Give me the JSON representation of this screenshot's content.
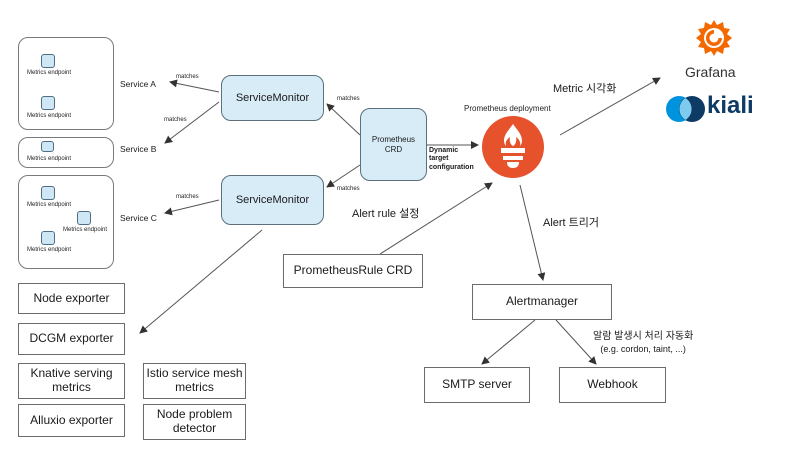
{
  "groups": {
    "a_endpoints": [
      "Metrics endpoint",
      "Metrics endpoint"
    ],
    "b_endpoints": [
      "Metrics endpoint"
    ],
    "c_endpoints": [
      "Metrics endpoint",
      "Metrics endpoint",
      "Metrics endpoint"
    ]
  },
  "services": {
    "a": "Service A",
    "b": "Service B",
    "c": "Service C"
  },
  "service_monitor": {
    "top": "ServiceMonitor",
    "bottom": "ServiceMonitor"
  },
  "matches": [
    "matches",
    "matches",
    "matches",
    "matches",
    "matches"
  ],
  "prometheus_crd": "Prometheus CRD",
  "dynamic_target": "Dynamic target configuration",
  "prometheus_deployment": "Prometheus deployment",
  "metric_visualize": "Metric 시각화",
  "grafana": "Grafana",
  "kiali": "kiali",
  "alert_rule_setting": "Alert rule 설정",
  "prometheus_rule_crd": "PrometheusRule CRD",
  "alert_trigger": "Alert 트리거",
  "alertmanager": "Alertmanager",
  "auto_handle_note": [
    "알람 발생시 처리 자동화",
    "(e.g. cordon, taint, ...)"
  ],
  "smtp_server": "SMTP server",
  "webhook": "Webhook",
  "exporters": {
    "node_exporter": "Node exporter",
    "dcgm_exporter": "DCGM exporter",
    "knative": "Knative serving metrics",
    "istio": "Istio service mesh metrics",
    "alluxio": "Alluxio exporter",
    "node_problem": "Node problem detector"
  },
  "colors": {
    "prometheus": "#e6522c",
    "grafana": "#f46800",
    "kiali": "#0d3b66",
    "blue_fill": "#d8ecf8"
  }
}
